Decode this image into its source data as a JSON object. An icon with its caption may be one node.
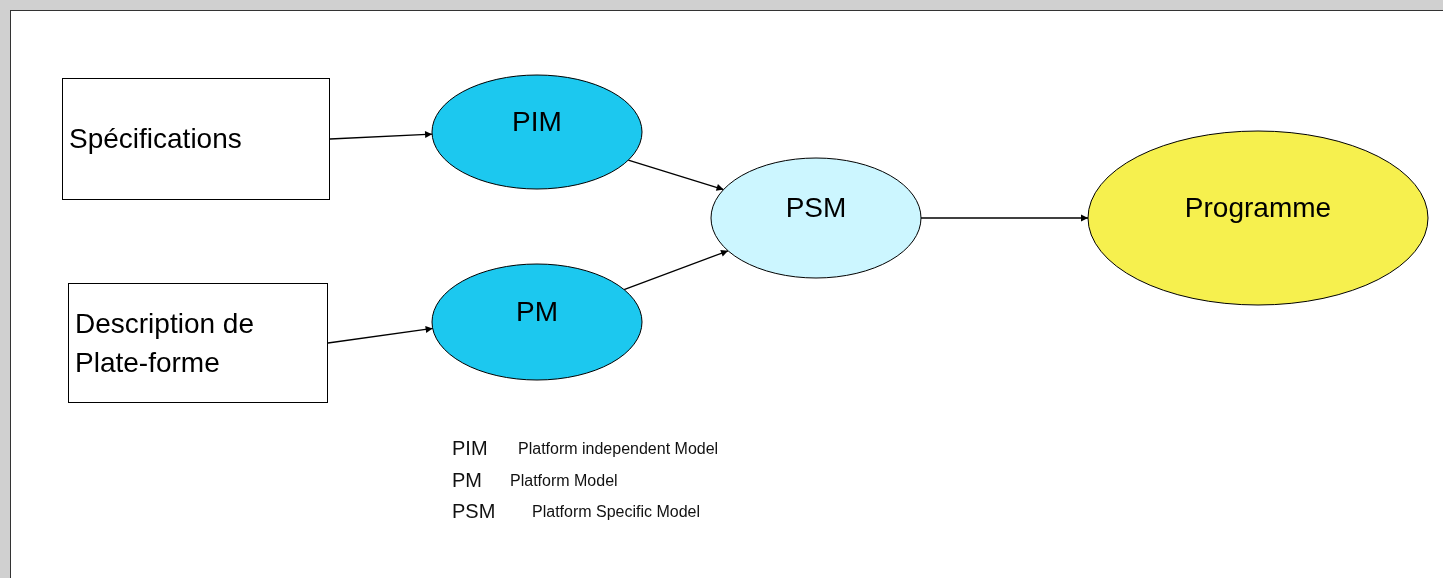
{
  "diagram": {
    "nodes": [
      {
        "text": [
          "Spécifications"
        ]
      },
      {
        "text": [
          "Description de Plate-forme"
        ]
      },
      {
        "text": [
          "PIM"
        ]
      },
      {
        "text": [
          "PM"
        ]
      },
      {
        "text": [
          "PSM"
        ]
      },
      {
        "text": [
          "Programme"
        ]
      }
    ],
    "edges": [
      {
        "from": 0,
        "to": 2,
        "arrow": "to"
      },
      {
        "from": 1,
        "to": 3,
        "arrow": "to"
      },
      {
        "from": 2,
        "to": 4,
        "arrow": "to"
      },
      {
        "from": 3,
        "to": 4,
        "arrow": "to"
      },
      {
        "from": 4,
        "to": 5,
        "arrow": "to"
      }
    ],
    "labels": [
      "PIM",
      "Platform independent Model",
      "PM",
      "Platform Model",
      "PSM",
      "Platform Specific Model"
    ]
  }
}
